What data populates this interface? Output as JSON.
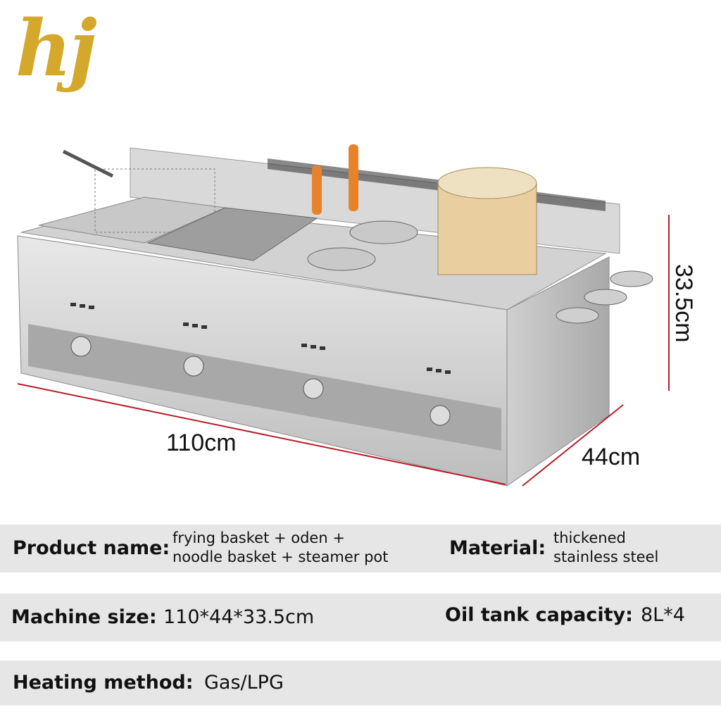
{
  "brand": {
    "logo_text": "hj",
    "logo_color": "#d4a82a"
  },
  "dimensions": {
    "length": "110cm",
    "depth": "44cm",
    "height": "33.5cm",
    "line_color": "#b81c2a"
  },
  "specs": {
    "product_name_label": "Product name:",
    "product_name_value": "frying basket + oden +\nnoodle basket + steamer pot",
    "material_label": "Material:",
    "material_value": "thickened\nstainless steel",
    "machine_size_label": "Machine size:",
    "machine_size_value": "110*44*33.5cm",
    "oil_tank_label": "Oil tank capacity:",
    "oil_tank_value": "8L*4",
    "heating_label": "Heating method:",
    "heating_value": "Gas/LPG"
  }
}
